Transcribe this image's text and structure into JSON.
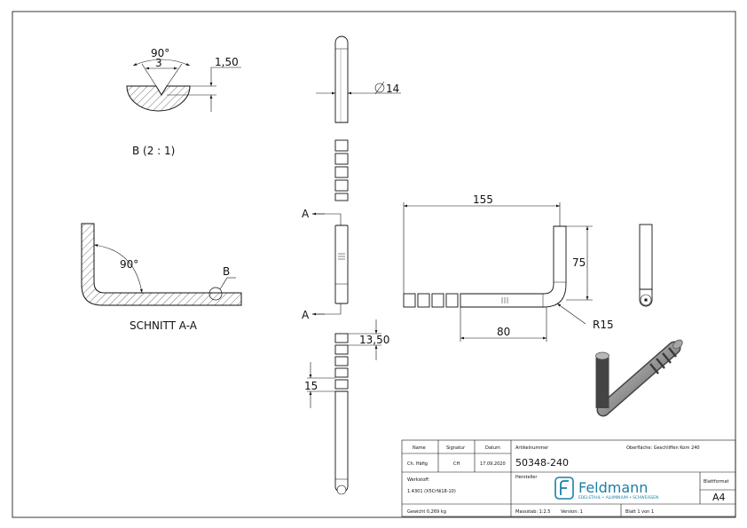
{
  "views": {
    "detail_b": {
      "angle": "90°",
      "width": "3",
      "depth": "1,50",
      "label": "B (2 : 1)"
    },
    "section_aa": {
      "angle": "90°",
      "detail_marker": "B",
      "label": "SCHNITT A-A"
    },
    "front": {
      "diameter": "14",
      "section_mark_top": "A",
      "section_mark_bottom": "A",
      "groove_pitch": "13,50",
      "groove_width": "15"
    },
    "side": {
      "length": "155",
      "height": "75",
      "straight_length": "80",
      "radius": "R15"
    }
  },
  "title_block": {
    "headers": {
      "name": "Name",
      "signature": "Signatur",
      "date": "Datum"
    },
    "drawn_by": {
      "name": "Ch. Häfig",
      "signature": "CH",
      "date": "17.09.2020"
    },
    "article_label": "Artikelnummer",
    "article_number": "50348-240",
    "surface": "Oberfläche:  Geschliffen Korn 240",
    "material_label": "Werkstoff:",
    "material_value": "1.4301 (X5CrNi18-10)",
    "manufacturer_label": "Hersteller",
    "brand_name": "Feldmann",
    "brand_tagline": "EDELSTAHL • ALUMINIUM • SCHWEISSEN",
    "sheet_format_label": "Blattformat",
    "sheet_format": "A4",
    "weight": "Gewicht 0,269 kg",
    "scale": "Massstab: 1:2.5",
    "version": "Version: 1",
    "sheet": "Blatt 1 von 1"
  },
  "colors": {
    "line": "#1a1a1a",
    "hatch": "#333333",
    "brand": "#1c7fa6",
    "render": "#8d8d8d"
  }
}
